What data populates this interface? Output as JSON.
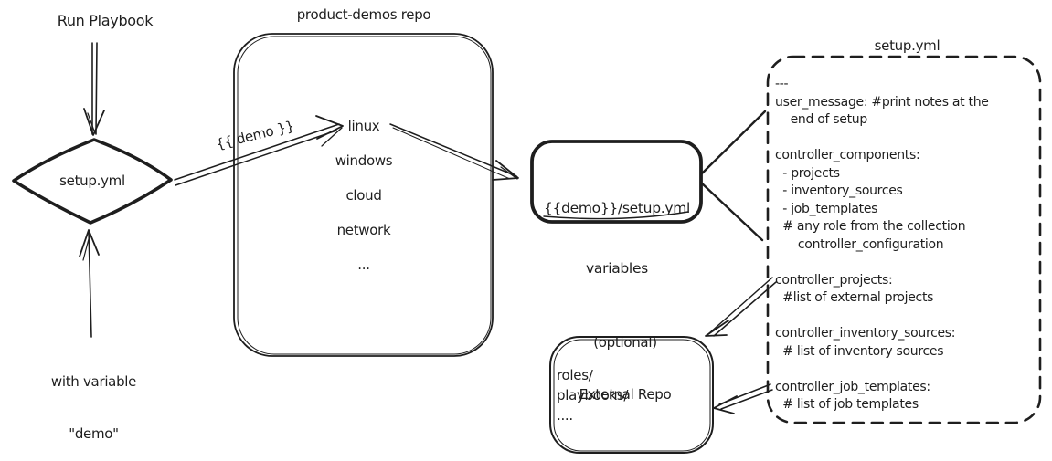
{
  "palette": {
    "stroke": "#1e1e1e",
    "background": "#ffffff"
  },
  "playbook_flow": {
    "run_label": "Run Playbook",
    "variable_label_line1": "with variable",
    "variable_label_line2": "\"demo\"",
    "diamond_label": "setup.yml",
    "demo_var_label": "{{ demo }}"
  },
  "product_demos_repo": {
    "title": "product-demos repo",
    "items": [
      "linux",
      "windows",
      "cloud",
      "network",
      "..."
    ]
  },
  "variables_box": {
    "line1": "{{demo}}/setup.yml",
    "line2": "variables"
  },
  "setup_yml": {
    "title": "setup.yml",
    "lines": [
      "---",
      "user_message: #print notes at the",
      "    end of setup",
      "",
      "controller_components:",
      "  - projects",
      "  - inventory_sources",
      "  - job_templates",
      "  # any role from the collection",
      "      controller_configuration",
      "",
      "controller_projects:",
      "  #list of external projects",
      "",
      "controller_inventory_sources:",
      "  # list of inventory sources",
      "",
      "controller_job_templates:",
      "  # list of job templates"
    ]
  },
  "external_repo": {
    "title_line1": "(optional)",
    "title_line2": "External Repo",
    "lines": [
      "roles/",
      "playbooks/",
      "...."
    ]
  }
}
